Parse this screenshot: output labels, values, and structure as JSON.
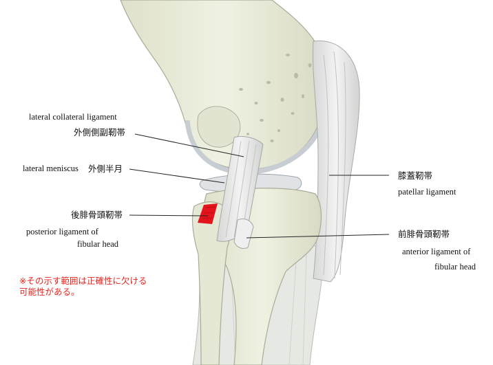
{
  "labels": {
    "lateral_collateral_en": "lateral collateral ligament",
    "lateral_collateral_jp": "外側側副靭帯",
    "lateral_meniscus_en": "lateral meniscus",
    "lateral_meniscus_jp": "外側半月",
    "posterior_fibular_jp": "後腓骨頭靭帯",
    "posterior_fibular_en_1": "posterior ligament of",
    "posterior_fibular_en_2": "fibular head",
    "patellar_jp": "膝蓋靭帯",
    "patellar_en": "patellar ligament",
    "anterior_fibular_jp": "前腓骨頭靭帯",
    "anterior_fibular_en_1": "anterior ligament of",
    "anterior_fibular_en_2": "fibular head"
  },
  "note": {
    "line1": "※その示す範囲は正確性に欠ける",
    "line2": "可能性がある。"
  },
  "colors": {
    "bone": "#eceedd",
    "bone_shadow": "#c9cbb6",
    "ligament": "#e4e6e3",
    "meniscus": "#dfe2e4",
    "highlight": "#e3141b",
    "note_text": "#e8231d",
    "leader_line": "#222222"
  }
}
